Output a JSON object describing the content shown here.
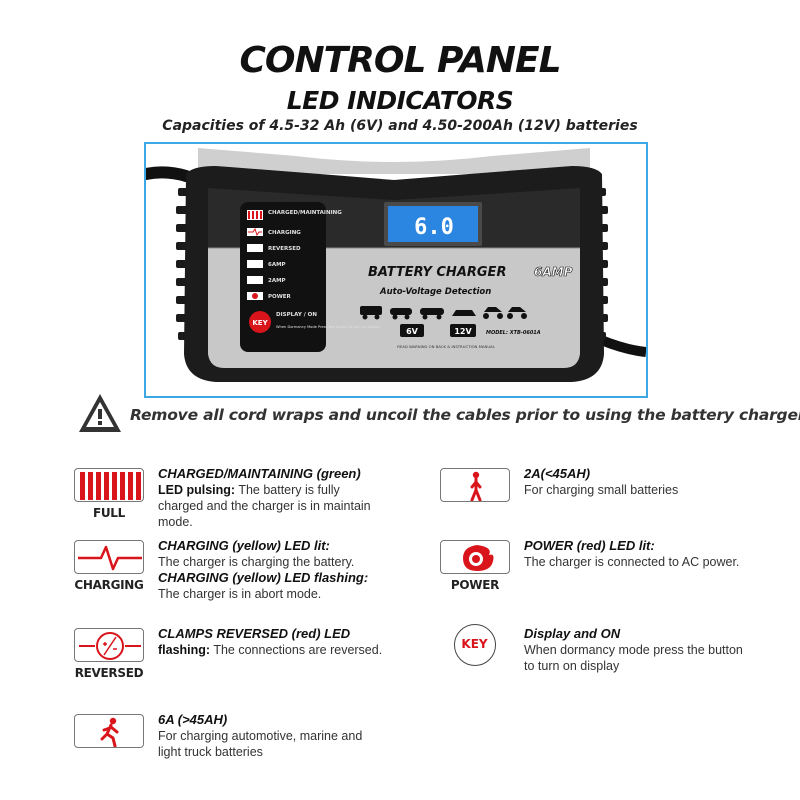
{
  "header": {
    "title": "CONTROL PANEL",
    "subtitle": "LED INDICATORS",
    "capacity": "Capacities of 4.5-32 Ah (6V) and 4.50-200Ah (12V) batteries"
  },
  "device": {
    "panel_labels": [
      "CHARGED/MAINTAINING",
      "CHARGING",
      "REVERSED",
      "6AMP",
      "2AMP",
      "POWER"
    ],
    "key_label": "KEY",
    "display_on_label": "DISPLAY / ON",
    "display_on_note": "When Dormancy Mode Press the button to turn on display",
    "lcd_value": "6.0",
    "brand_title": "BATTERY CHARGER",
    "amp_rating": "6AMP",
    "auto_detect": "Auto-Voltage Detection",
    "voltage_6": "6V",
    "voltage_12": "12V",
    "model": "MODEL: XTB-0601A",
    "read_warning": "READ WARNING ON BACK & INSTRUCTION MANUAL"
  },
  "warning": {
    "text": "Remove all cord wraps and uncoil the cables prior to using the battery charger."
  },
  "indicators": {
    "full": {
      "caption": "FULL",
      "heading": "CHARGED/MAINTAINING (green)",
      "bold": "LED pulsing:",
      "body": " The battery is fully charged and the charger is in maintain mode."
    },
    "charging": {
      "caption": "CHARGING",
      "heading1": "CHARGING (yellow) LED lit:",
      "body1": "The charger is charging the battery.",
      "heading2": "CHARGING (yellow) LED flashing:",
      "body2": "The charger is in abort mode."
    },
    "reversed": {
      "caption": "REVERSED",
      "heading": "CLAMPS REVERSED (red) LED",
      "bold": "flashing:",
      "body": " The connections are reversed."
    },
    "six_amp": {
      "heading": "6A (>45AH)",
      "body": "For charging automotive, marine and light truck batteries"
    },
    "two_amp": {
      "heading": "2A(<45AH)",
      "body": "For charging small batteries"
    },
    "power": {
      "caption": "POWER",
      "heading": "POWER (red) LED lit:",
      "body": "The charger is connected to AC power."
    },
    "key": {
      "badge": "KEY",
      "heading": "Display and ON",
      "body": "When dormancy mode press the button to turn on display"
    }
  },
  "colors": {
    "accent_red": "#d9141b",
    "frame_blue": "#3ea7e6",
    "lcd_blue": "#2a86e0",
    "device_grey": "#c8c8c8",
    "device_black": "#1c1c1c"
  }
}
